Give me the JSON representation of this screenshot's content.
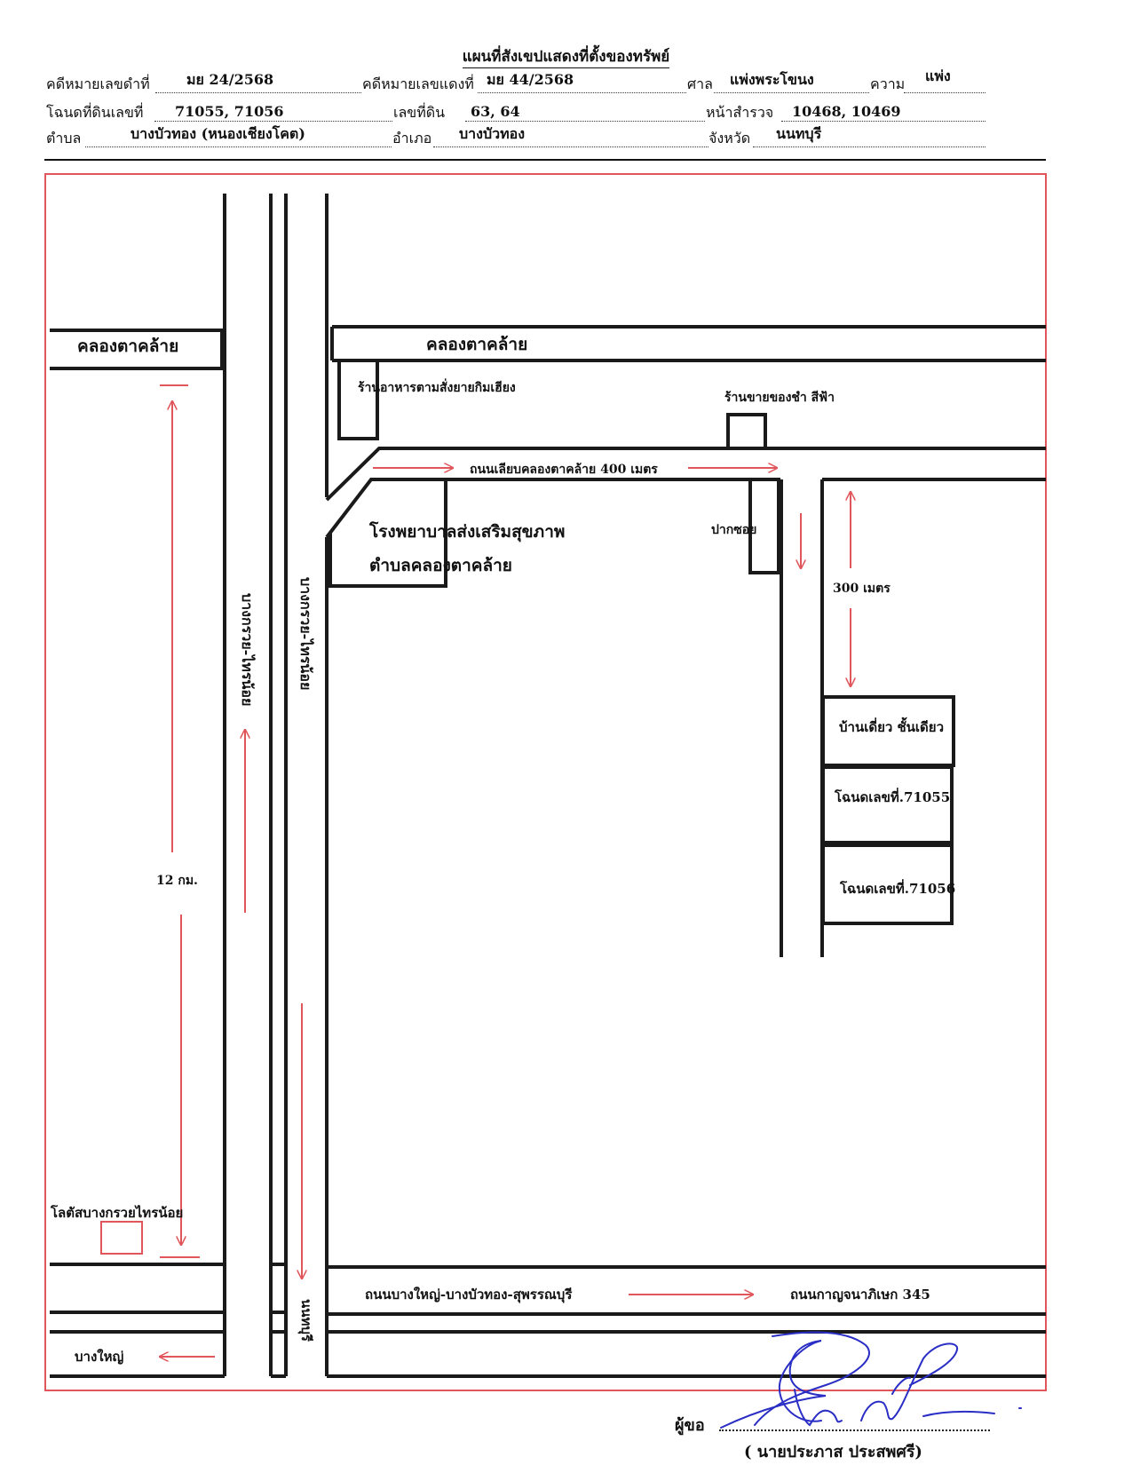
{
  "title": "แผนที่สังเขปแสดงที่ตั้งของทรัพย์",
  "header": {
    "row1": {
      "black_case_label": "คดีหมายเลขดำที่",
      "black_case_value": "มย 24/2568",
      "red_case_label": "คดีหมายเลขแดงที่",
      "red_case_value": "มย 44/2568",
      "court_label": "ศาล",
      "court_value": "แพ่งพระโขนง",
      "case_type_label": "ความ",
      "case_type_value": "แพ่ง"
    },
    "row2": {
      "deed_label": "โฉนดที่ดินเลขที่",
      "deed_value": "71055, 71056",
      "land_no_label": "เลขที่ดิน",
      "land_no_value": "63, 64",
      "survey_page_label": "หน้าสำรวจ",
      "survey_page_value": "10468, 10469"
    },
    "row3": {
      "subdistrict_label": "ตำบล",
      "subdistrict_value": "บางบัวทอง (หนองเชียงโคต)",
      "district_label": "อำเภอ",
      "district_value": "บางบัวทอง",
      "province_label": "จังหวัด",
      "province_value": "นนทบุรี"
    }
  },
  "map": {
    "canal_left": "คลองตาคล้าย",
    "canal_right": "คลองตาคล้าย",
    "food_shop": "ร้านอาหารตามสั่งยายกิมเฮียง",
    "grocery_shop": "ร้านขายของชำ สีฟ้า",
    "canal_road": "ถนนเลียบคลองตาคล้าย 400 เมตร",
    "hospital_line1": "โรงพยาบาลส่งเสริมสุขภาพ",
    "hospital_line2": "ตำบลคลองตาคล้าย",
    "alley_mouth": "ปากซอย",
    "distance_300": "300 เมตร",
    "house": "บ้านเดี่ยว ชั้นเดียว",
    "deed_1": "โฉนดเลขที่.71055",
    "deed_2": "โฉนดเลขที่.71056",
    "distance_12km": "12 กม.",
    "road_left_vertical": "บางกรวย-ไทรน้อย",
    "road_right_vertical": "บางกรวย-ไทรน้อย",
    "lotus": "โลตัสบางกรวยไทรน้อย",
    "main_road": "ถนนบางใหญ่-บางบัวทอง-สุพรรณบุรี",
    "kanchana_road": "ถนนกาญจนาภิเษก 345",
    "nonthaburi": "นนทบุรี",
    "bang_yai": "บางใหญ่"
  },
  "signature": {
    "label": "ผู้ขอ",
    "name": "( นายประภาส ประสพศรี)"
  },
  "colors": {
    "frame": "#e0565b",
    "arrow": "#e0565b",
    "line": "#1a1a1a"
  }
}
